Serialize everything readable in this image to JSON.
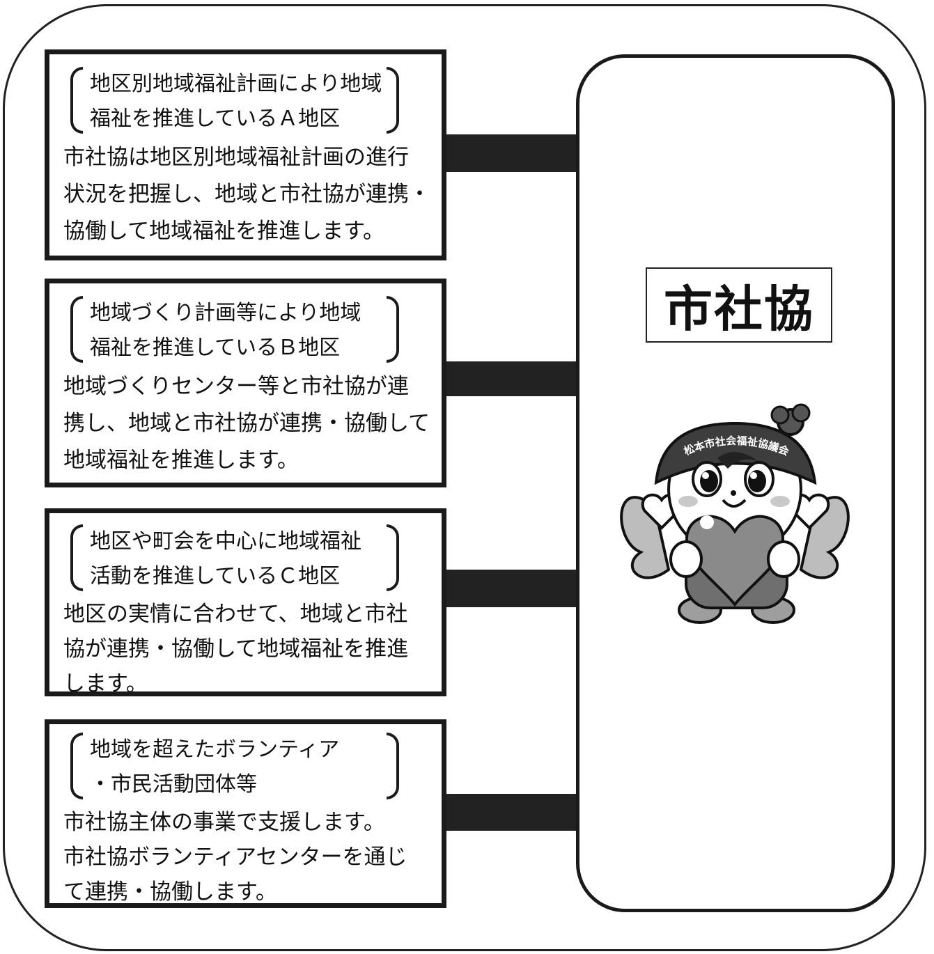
{
  "title": "市社協",
  "mascot": {
    "banner": "松本市社会福祉協議会",
    "icon": "mascot-illustration"
  },
  "groups": [
    {
      "heading": [
        "地区別地域福祉計画により地域",
        "福祉を推進しているＡ地区"
      ],
      "body": [
        "市社協は地区別地域福祉計画の進行",
        "状況を把握し、地域と市社協が連携・",
        "協働して地域福祉を推進します。"
      ]
    },
    {
      "heading": [
        "地域づくり計画等により地域",
        "福祉を推進しているＢ地区"
      ],
      "body": [
        "地域づくりセンター等と市社協が連",
        "携し、地域と市社協が連携・協働して",
        "地域福祉を推進します。"
      ]
    },
    {
      "heading": [
        "地区や町会を中心に地域福祉",
        "活動を推進しているＣ地区"
      ],
      "body": [
        "地区の実情に合わせて、地域と市社",
        "協が連携・協働して地域福祉を推進",
        "します。"
      ]
    },
    {
      "heading": [
        "地域を超えたボランティア",
        "・市民活動団体等"
      ],
      "body": [
        "市社協主体の事業で支援します。",
        "市社協ボランティアセンターを通じ",
        "て連携・協働します。"
      ]
    }
  ]
}
